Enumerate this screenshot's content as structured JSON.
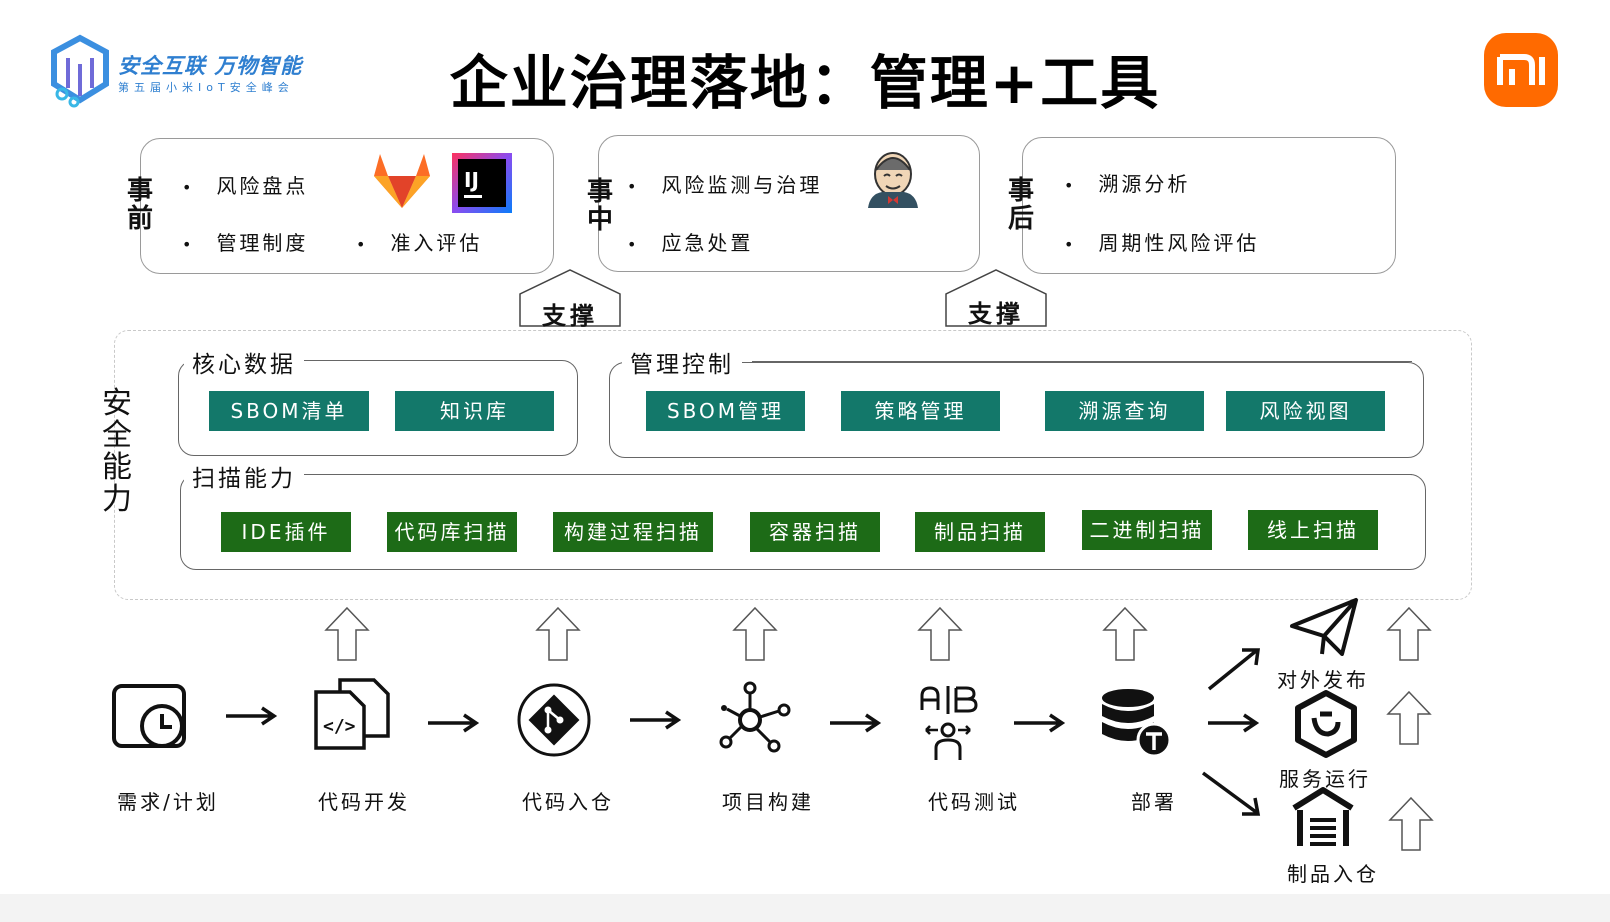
{
  "header": {
    "title": "企业治理落地：管理+工具",
    "event_logo_title": "安全互联 万物智能",
    "event_logo_subtitle": "第五届小米IoT安全峰会",
    "brand_mark": "mi"
  },
  "phases": [
    {
      "label": "事前",
      "items": [
        "风险盘点",
        "管理制度",
        "准入评估"
      ],
      "tool_icons": [
        "gitlab-icon",
        "intellij-idea-icon"
      ]
    },
    {
      "label": "事中",
      "items": [
        "风险监测与治理",
        "应急处置"
      ],
      "tool_icons": [
        "jenkins-icon"
      ]
    },
    {
      "label": "事后",
      "items": [
        "溯源分析",
        "周期性风险评估"
      ]
    }
  ],
  "support_label": "支撑",
  "capability": {
    "label": "安全能力",
    "core_data": {
      "title": "核心数据",
      "items": [
        "SBOM清单",
        "知识库"
      ]
    },
    "management": {
      "title": "管理控制",
      "items": [
        "SBOM管理",
        "策略管理",
        "溯源查询",
        "风险视图"
      ]
    },
    "scanning": {
      "title": "扫描能力",
      "items": [
        "IDE插件",
        "代码库扫描",
        "构建过程扫描",
        "容器扫描",
        "制品扫描",
        "二进制扫描",
        "线上扫描"
      ]
    }
  },
  "pipeline": {
    "stages": [
      {
        "label": "需求/计划",
        "icon": "calendar-clock-icon"
      },
      {
        "label": "代码开发",
        "icon": "code-files-icon"
      },
      {
        "label": "代码入仓",
        "icon": "git-icon"
      },
      {
        "label": "项目构建",
        "icon": "build-hub-icon"
      },
      {
        "label": "代码测试",
        "icon": "ab-test-icon"
      },
      {
        "label": "部署",
        "icon": "database-deploy-icon"
      }
    ],
    "outputs": [
      {
        "label": "对外发布",
        "icon": "paper-plane-icon"
      },
      {
        "label": "服务运行",
        "icon": "service-hexagon-icon"
      },
      {
        "label": "制品入仓",
        "icon": "warehouse-icon"
      }
    ]
  },
  "colors": {
    "teal_chip": "#13786a",
    "green_chip": "#1d6b17",
    "logo_blue": "#2f7fd0",
    "mi_orange": "#ff6a00"
  }
}
